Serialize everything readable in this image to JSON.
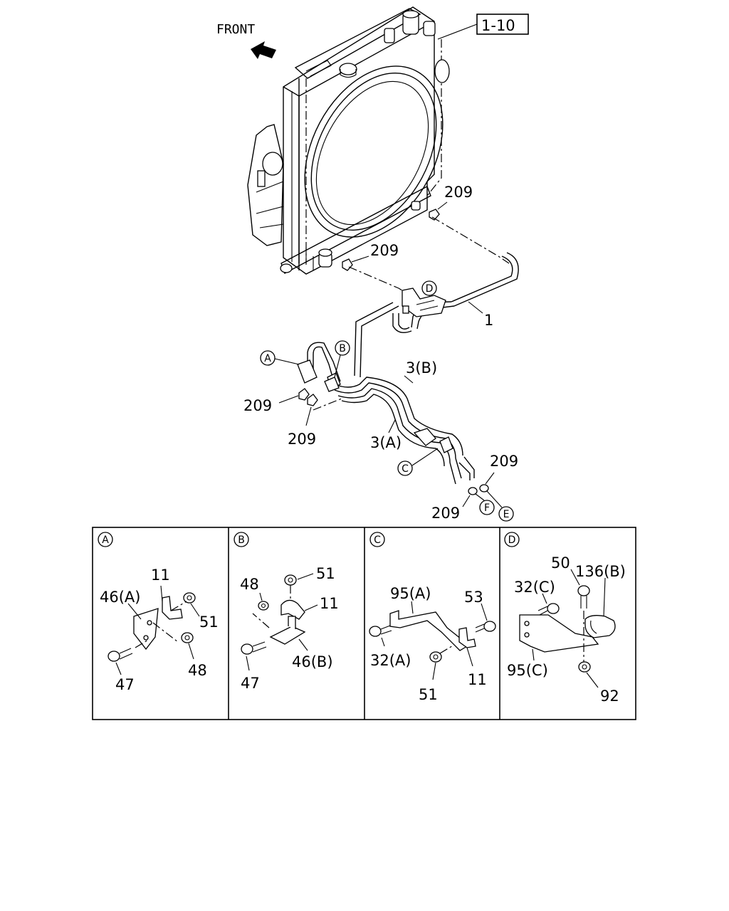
{
  "front_label": "FRONT",
  "ref_box": "1-10",
  "main_labels": {
    "pipe_1": "1",
    "clip_209_top": "209",
    "clip_209_mid": "209",
    "clip_209_left_a": "209",
    "clip_209_left_b": "209",
    "clip_209_right_top": "209",
    "clip_209_right_bottom": "209",
    "pipe_3b": "3(B)",
    "pipe_3a": "3(A)"
  },
  "markers": {
    "a": "A",
    "b": "B",
    "c": "C",
    "d": "D",
    "e": "E",
    "f": "F"
  },
  "details": {
    "a": {
      "title": "A",
      "labels": {
        "p11": "11",
        "p46a": "46(A)",
        "p51": "51",
        "p47": "47",
        "p48": "48"
      }
    },
    "b": {
      "title": "B",
      "labels": {
        "p48": "48",
        "p51": "51",
        "p11": "11",
        "p47": "47",
        "p46b": "46(B)"
      }
    },
    "c": {
      "title": "C",
      "labels": {
        "p95a": "95(A)",
        "p53": "53",
        "p32a": "32(A)",
        "p51": "51",
        "p11": "11"
      }
    },
    "d": {
      "title": "D",
      "labels": {
        "p50": "50",
        "p136b": "136(B)",
        "p32c": "32(C)",
        "p95c": "95(C)",
        "p92": "92"
      }
    }
  }
}
